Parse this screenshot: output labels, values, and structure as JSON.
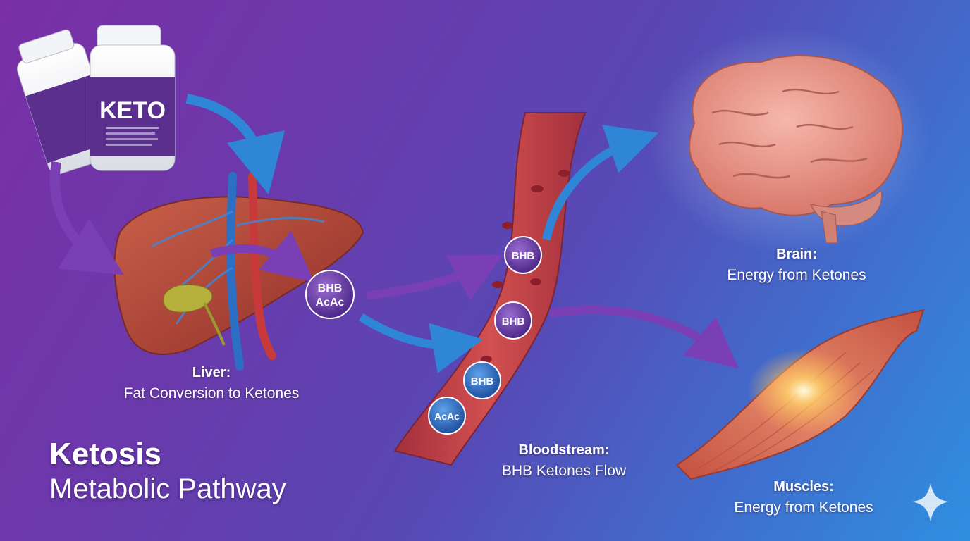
{
  "title": {
    "main": "Ketosis",
    "sub": "Metabolic Pathway"
  },
  "liver": {
    "heading": "Liver:",
    "caption": "Fat Conversion to Ketones"
  },
  "bloodstream": {
    "heading": "Bloodstream:",
    "caption": "BHB Ketones Flow"
  },
  "brain": {
    "heading": "Brain:",
    "caption": "Energy from Ketones"
  },
  "muscles": {
    "heading": "Muscles:",
    "caption": "Energy from Ketones"
  },
  "liver_molecule": {
    "line1": "BHB",
    "line2": "AcAc"
  },
  "blood_molecules": [
    "BHB",
    "BHB",
    "BHB",
    "AcAc"
  ],
  "bottle": {
    "brand": "KETO"
  },
  "colors": {
    "arrow_blue": "#2f86d6",
    "arrow_purple": "#7b3fb5",
    "molecule_purple": "#6b3ea8",
    "molecule_blue": "#2f6fc2",
    "liver": "#b5493a",
    "vessel": "#c8403f",
    "brain": "#e9998d",
    "muscle": "#d86a55"
  },
  "icons": [
    "sparkle-icon"
  ]
}
